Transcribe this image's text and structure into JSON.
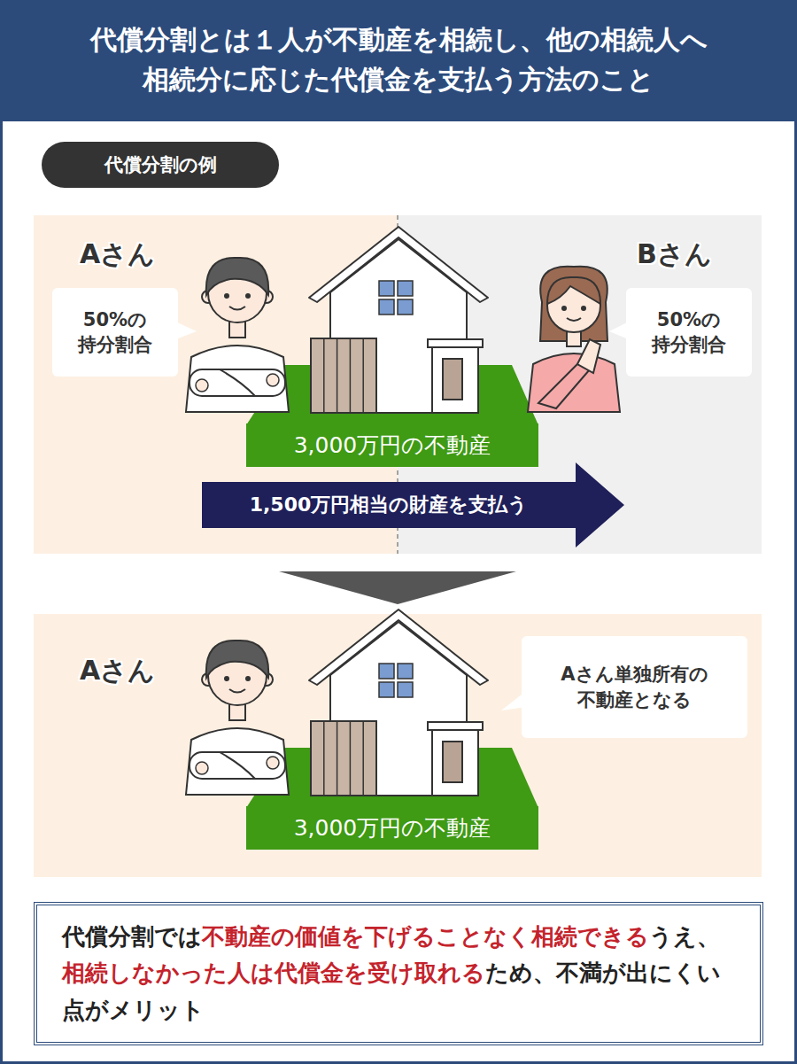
{
  "diagram": {
    "title": "代償分割とは１人が不動産を相続し、他の相続人へ相続分に応じた代償金を支払う方法のこと",
    "nodes": [
      {
        "text": [
          "代償分割の例"
        ]
      },
      {
        "text": [
          "Aさん"
        ]
      },
      {
        "text": [
          "50%の 持分割合"
        ],
        "in": 1
      },
      {
        "text": [
          "Bさん"
        ]
      },
      {
        "text": [
          "50%の 持分割合"
        ],
        "in": 3
      },
      {
        "text": [
          "3,000万円の不動産"
        ]
      },
      {
        "text": [
          "1,500万円相当の財産を支払う"
        ]
      },
      {
        "text": [
          "Aさん"
        ]
      },
      {
        "text": [
          "Aさん単独所有の 不動産となる"
        ],
        "in": 7
      },
      {
        "text": [
          "3,000万円の不動産"
        ],
        "in": 7
      },
      {
        "text": [
          "代償分割では",
          "不動産の価値を下げることなく相続できる",
          "うえ、",
          "相続しなかった人は代償金を受け取れる",
          "ため、不満が出にくい点がメリット"
        ]
      }
    ]
  }
}
